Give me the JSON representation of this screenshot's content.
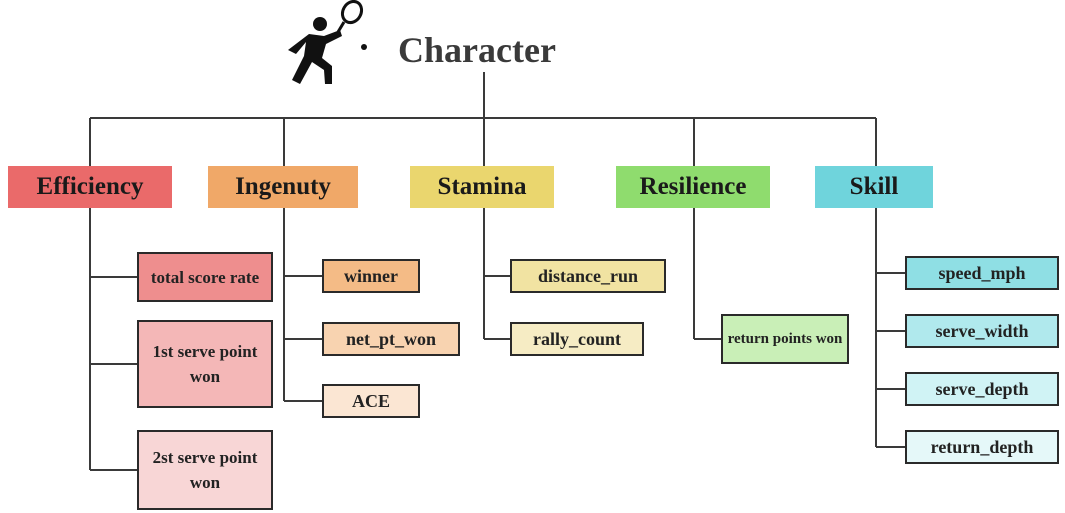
{
  "root": {
    "label": "Character",
    "icon": "tennis-player-icon"
  },
  "categories": [
    {
      "label": "Efficiency",
      "color": "#ea6a6a",
      "items": [
        {
          "label": "total score rate",
          "color": "#ee8e8e"
        },
        {
          "label": "1st serve point won",
          "color": "#f4b7b7"
        },
        {
          "label": "2st serve point won",
          "color": "#f8d6d6"
        }
      ]
    },
    {
      "label": "Ingenuty",
      "color": "#f0a868",
      "items": [
        {
          "label": "winner",
          "color": "#f4bb86"
        },
        {
          "label": "net_pt_won",
          "color": "#f8d3b0"
        },
        {
          "label": "ACE",
          "color": "#fbe6d3"
        }
      ]
    },
    {
      "label": "Stamina",
      "color": "#ead66e",
      "items": [
        {
          "label": "distance_run",
          "color": "#f1e3a2"
        },
        {
          "label": "rally_count",
          "color": "#f6ecc4"
        }
      ]
    },
    {
      "label": "Resilience",
      "color": "#8fdc6e",
      "items": [
        {
          "label": "return points won",
          "color": "#c9efb7"
        }
      ]
    },
    {
      "label": "Skill",
      "color": "#6fd4dc",
      "items": [
        {
          "label": "speed_mph",
          "color": "#8fdfe4"
        },
        {
          "label": "serve_width",
          "color": "#b0e9ed"
        },
        {
          "label": "serve_depth",
          "color": "#d0f3f5"
        },
        {
          "label": "return_depth",
          "color": "#e5f8f9"
        }
      ]
    }
  ]
}
